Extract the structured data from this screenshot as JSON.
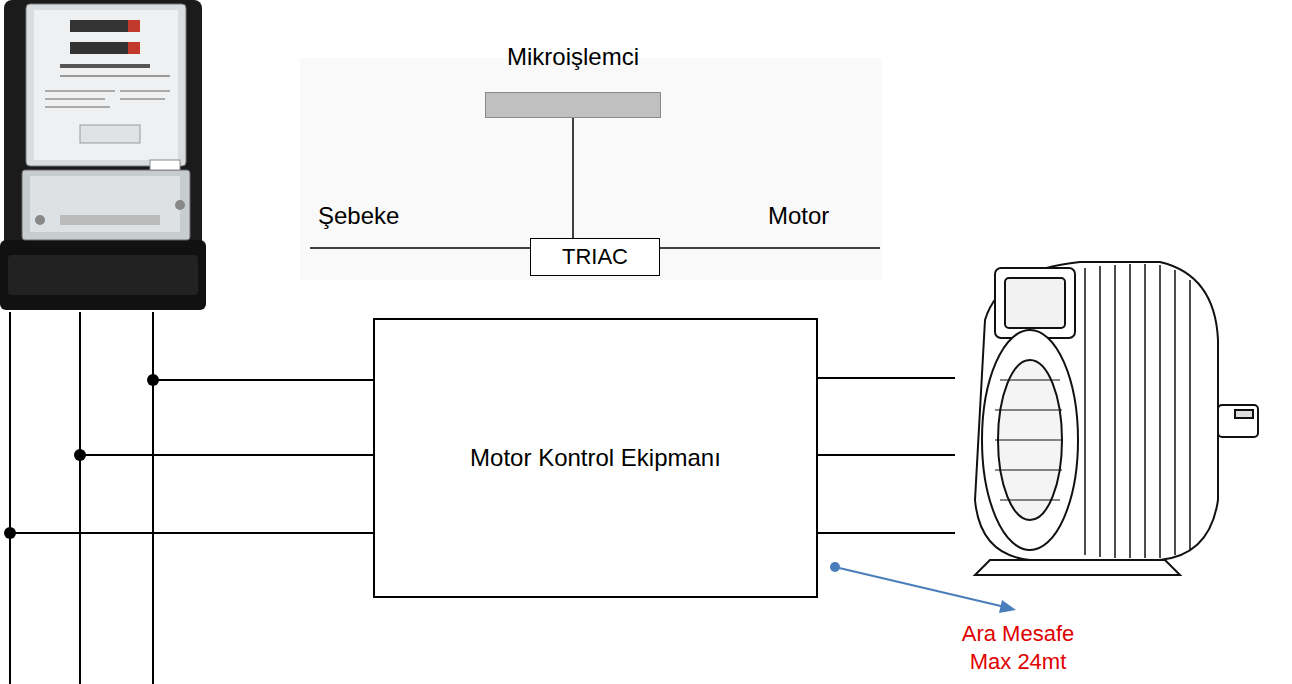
{
  "diagram": {
    "nodes": [
      {
        "text": [
          "Mikroişlemci"
        ]
      },
      {
        "text": [
          "TRIAC"
        ]
      },
      {
        "text": [
          "Motor Kontrol Ekipmanı"
        ]
      }
    ],
    "edges": [
      {
        "from": 0,
        "to": 1,
        "arrow": "none"
      }
    ],
    "labels": [
      "Şebeke",
      "Motor",
      "Ara Mesafe Max 24mt"
    ]
  }
}
